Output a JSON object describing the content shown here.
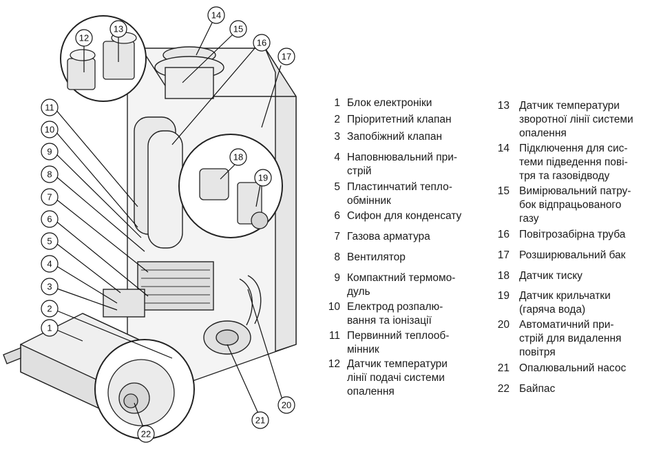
{
  "figure": {
    "callouts": [
      "1",
      "2",
      "3",
      "4",
      "5",
      "6",
      "7",
      "8",
      "9",
      "10",
      "11",
      "12",
      "13",
      "14",
      "15",
      "16",
      "17",
      "18",
      "19",
      "20",
      "21",
      "22"
    ]
  },
  "legend": {
    "left": [
      {
        "num": "1",
        "text": "Блок електроніки"
      },
      {
        "num": "2",
        "text": "Пріоритетний клапан"
      },
      {
        "num": "3",
        "text": "Запобіжний клапан"
      },
      {
        "num": "4",
        "text": "Наповнювальний при-\nстрій"
      },
      {
        "num": "5",
        "text": "Пластинчатий тепло-\nобмінник"
      },
      {
        "num": "6",
        "text": "Сифон для конденсату"
      },
      {
        "num": "7",
        "text": "Газова арматура"
      },
      {
        "num": "8",
        "text": "Вентилятор"
      },
      {
        "num": "9",
        "text": "Компактний термомо-\nдуль"
      },
      {
        "num": "10",
        "text": "Електрод розпалю-\nвання та іонізації"
      },
      {
        "num": "11",
        "text": "Первинний теплооб-\nмінник"
      },
      {
        "num": "12",
        "text": "Датчик температури\nлінії подачі системи\nопалення"
      }
    ],
    "right": [
      {
        "num": "13",
        "text": "Датчик температури\nзворотної лінії системи\nопалення"
      },
      {
        "num": "14",
        "text": "Підключення для сис-\nтеми підведення пові-\nтря та газовідводу"
      },
      {
        "num": "15",
        "text": "Вимірювальний патру-\nбок відпрацьованого\nгазу"
      },
      {
        "num": "16",
        "text": "Повітрозабірна труба"
      },
      {
        "num": "17",
        "text": "Розширювальний бак"
      },
      {
        "num": "18",
        "text": "Датчик тиску"
      },
      {
        "num": "19",
        "text": "Датчик крильчатки\n(гаряча вода)"
      },
      {
        "num": "20",
        "text": "Автоматичний при-\nстрій для видалення\nповітря"
      },
      {
        "num": "21",
        "text": "Опалювальний насос"
      },
      {
        "num": "22",
        "text": "Байпас"
      }
    ]
  }
}
